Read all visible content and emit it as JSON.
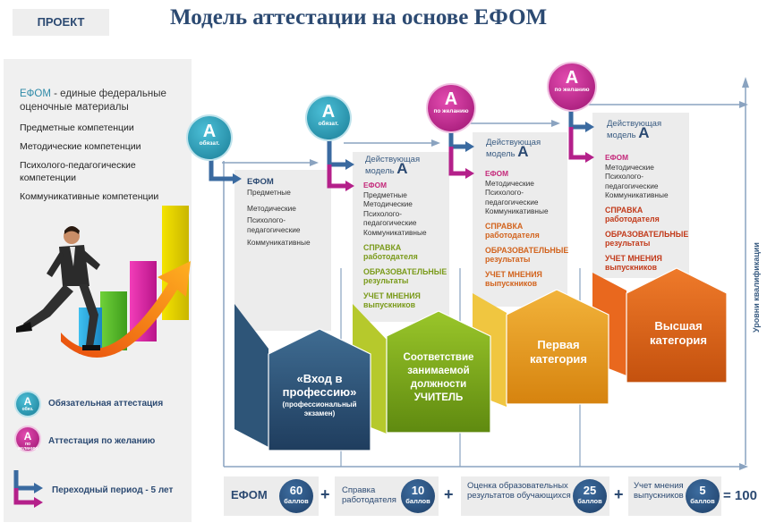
{
  "header": {
    "project_label": "ПРОЕКТ",
    "title": "Модель аттестации на основе ЕФОМ"
  },
  "left_panel": {
    "efom_abbr": "ЕФОМ",
    "efom_definition": " - единые федеральные оценочные материалы",
    "competencies": [
      "Предметные компетенции",
      "Методические компетенции",
      "Психолого-педагогические компетенции",
      "Коммуникативные компетенции"
    ],
    "legend": {
      "mandatory_letter": "A",
      "mandatory_sub": "обяз.",
      "mandatory_label": "Обязательная аттестация",
      "optional_letter": "A",
      "optional_sub": "по желанию",
      "optional_label": "Аттестация по желанию",
      "transition_label": "Переходный период - 5 лет"
    }
  },
  "circles": [
    {
      "letter": "A",
      "sub": "обязат."
    },
    {
      "letter": "A",
      "sub": "обязат."
    },
    {
      "letter": "A",
      "sub": "по желанию"
    },
    {
      "letter": "A",
      "sub": "по желанию"
    }
  ],
  "columns": {
    "col1": {
      "efom": "ЕФОМ",
      "items": [
        "Предметные",
        "Методические",
        "Психолого-педагогические",
        "Коммуникативные"
      ]
    },
    "col2": {
      "model": "Действующая модель",
      "model_letter": "A",
      "efom": "ЕФОМ",
      "items": [
        "Предметные",
        "Методические",
        "Психолого-педагогические",
        "Коммуникативные"
      ],
      "ref": "СПРАВКА работодателя",
      "edu": "ОБРАЗОВАТЕЛЬНЫЕ результаты",
      "opinion": "УЧЕТ МНЕНИЯ выпускников"
    },
    "col3": {
      "model": "Действующая модель",
      "model_letter": "A",
      "efom": "ЕФОМ",
      "items": [
        "Методические",
        "Психолого-педагогические",
        "Коммуникативные"
      ],
      "ref": "СПРАВКА работодателя",
      "edu": "ОБРАЗОВАТЕЛЬНЫЕ результаты",
      "opinion": "УЧЕТ МНЕНИЯ выпускников"
    },
    "col4": {
      "model": "Действующая модель",
      "model_letter": "A",
      "efom": "ЕФОМ",
      "items": [
        "Методические",
        "Психолого-педагогические",
        "Коммуникативные"
      ],
      "ref": "СПРАВКА работодателя",
      "edu": "ОБРАЗОВАТЕЛЬНЫЕ результаты",
      "opinion": "УЧЕТ МНЕНИЯ выпускников"
    }
  },
  "houses": {
    "h1_title": "«Вход в профессию»",
    "h1_sub": "(профессиональный экзамен)",
    "h2": "Соответствие занимаемой должности УЧИТЕЛЬ",
    "h3": "Первая категория",
    "h4": "Высшая категория"
  },
  "axis_label": "Уровни квалификации",
  "formula": {
    "term1_label": "ЕФОМ",
    "term1_value": "60",
    "term2_label": "Справка работодателя",
    "term2_value": "10",
    "term3_label": "Оценка образовательных результатов обучающихся",
    "term3_value": "25",
    "term4_label": "Учет мнения выпускников",
    "term4_value": "5",
    "unit": "баллов",
    "plus": "+",
    "total": "= 100"
  },
  "colors": {
    "navy": "#2c4a72",
    "teal": "#1a7d96",
    "magenta": "#b0207f",
    "orange": "#e8701a",
    "green": "#8bb31c"
  }
}
